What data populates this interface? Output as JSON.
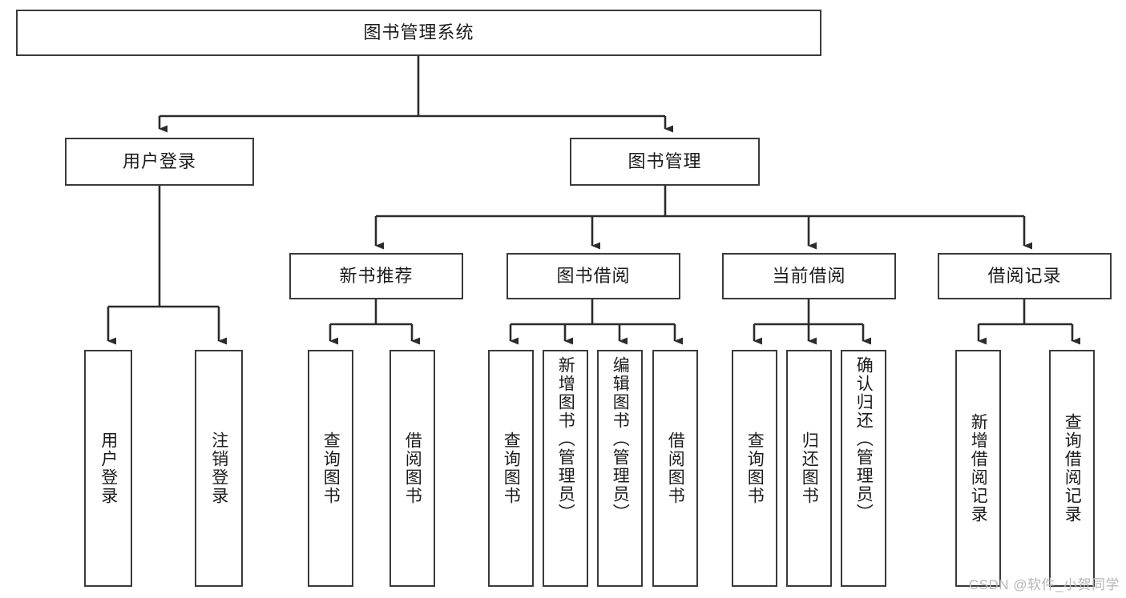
{
  "diagram": {
    "title": "图书管理系统",
    "type": "tree-hierarchy-diagram",
    "colors": {
      "box_border": "#3a3a3a",
      "box_fill": "#ffffff",
      "connector": "#2b2b2b",
      "text": "#1b1b1b",
      "watermark": "#b6b6b6",
      "background": "#ffffff"
    }
  },
  "root": {
    "label": "图书管理系统"
  },
  "level2": [
    {
      "label": "用户登录"
    },
    {
      "label": "图书管理"
    }
  ],
  "level3": [
    {
      "label": "新书推荐"
    },
    {
      "label": "图书借阅"
    },
    {
      "label": "当前借阅"
    },
    {
      "label": "借阅记录"
    }
  ],
  "leaves": {
    "user_login": [
      {
        "label": "用户登录"
      },
      {
        "label": "注销登录"
      }
    ],
    "new_book_recommend": [
      {
        "label": "查询图书"
      },
      {
        "label": "借阅图书"
      }
    ],
    "book_borrow": [
      {
        "label": "查询图书"
      },
      {
        "label": "新增图书（管理员）"
      },
      {
        "label": "编辑图书（管理员）"
      },
      {
        "label": "借阅图书"
      }
    ],
    "current_borrow": [
      {
        "label": "查询图书"
      },
      {
        "label": "归还图书"
      },
      {
        "label": "确认归还（管理员）"
      }
    ],
    "borrow_record": [
      {
        "label": "新增借阅记录"
      },
      {
        "label": "查询借阅记录"
      }
    ]
  },
  "watermark": {
    "text": "CSDN @软件_小贺同学"
  }
}
